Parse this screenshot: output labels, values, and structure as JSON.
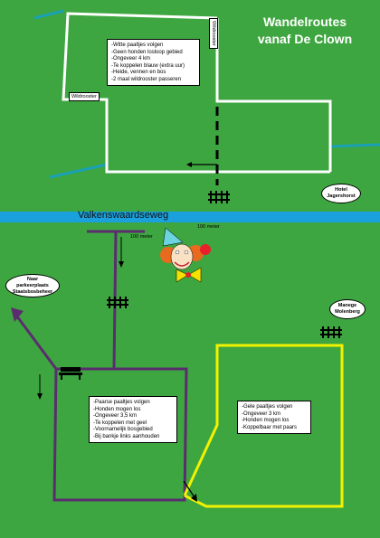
{
  "title": {
    "line1": "Wandelroutes",
    "line2": "vanaf De Clown"
  },
  "road": {
    "name": "Valkenswaardseweg"
  },
  "white_route": {
    "items": [
      "-Witte paaltjes volgen",
      "-Geen honden loslo­op gebied",
      "-Ongeveer 4 km",
      "-Te koppelen blauw (extra uur)",
      "-Heide, vennen en bos",
      "-2 maal wildrooster passeren"
    ]
  },
  "wildrooster_labels": [
    "Wildrooster",
    "Wildrooster"
  ],
  "purple_route": {
    "items": [
      "-Paarse paaltjes volgen",
      "-Honden mogen los",
      "-Ongeveer 3,5 km",
      "-Te koppelen met geel",
      "-Voornamelijk bosgebied",
      "-Bij bankje links aanhouden"
    ]
  },
  "yellow_route": {
    "items": [
      "-Gele paaltjes volgen",
      "-Ongeveer 3 km",
      "-Honden mogen los",
      "-Koppelbaar met paars"
    ]
  },
  "places": {
    "hotel": [
      "Hotel",
      "Jagershorst"
    ],
    "parking": [
      "Naar",
      "parkeerplaats",
      "Staatsbosbeheer"
    ],
    "manege": [
      "Manege",
      "Molenberg"
    ]
  },
  "distances": {
    "left": "100 meter",
    "right": "100 meter"
  },
  "colors": {
    "grass": "#3ea640",
    "white_route": "#ffffff",
    "purple_route": "#5a2d6e",
    "yellow_route": "#f2f200",
    "road": "#1aa0dc",
    "teal_link": "#1aa0b4"
  },
  "icons": [
    "clown-icon",
    "gate-icon",
    "bench-icon",
    "arrow-icon"
  ]
}
